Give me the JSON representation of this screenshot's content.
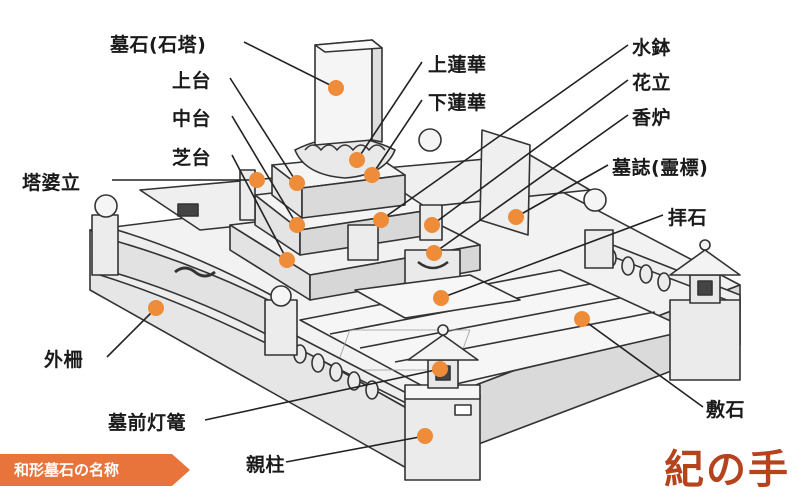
{
  "labels": {
    "boseki": "墓石(石塔)",
    "joudai": "上台",
    "chudai": "中台",
    "shibadai": "芝台",
    "tobatate": "塔婆立",
    "jorenge": "上蓮華",
    "gerenge": "下蓮華",
    "mizubachi": "水鉢",
    "hanatate": "花立",
    "kouro": "香炉",
    "boshi": "墓誌(霊標)",
    "haiseki": "拝石",
    "gaisaku": "外柵",
    "shikiishi": "敷石",
    "tourou": "墓前灯篭",
    "oyabashira": "親柱"
  },
  "badge": "和形墓石の名称",
  "logo": "紀の手",
  "colors": {
    "marker": "#ee8c3a",
    "badge": "#e8743b",
    "logo": "#b5441e"
  }
}
